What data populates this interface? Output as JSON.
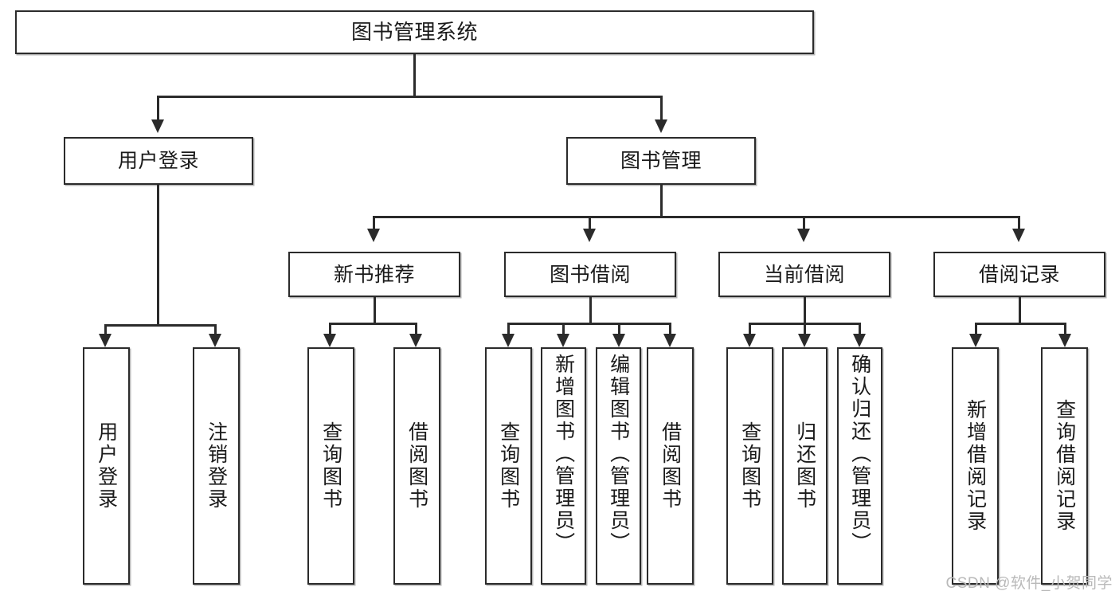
{
  "diagram": {
    "type": "tree-hierarchy",
    "title": "图书管理系统",
    "levels": 4,
    "root": {
      "label": "图书管理系统"
    },
    "level2": [
      {
        "label": "用户登录"
      },
      {
        "label": "图书管理"
      }
    ],
    "level3": [
      {
        "label": "新书推荐"
      },
      {
        "label": "图书借阅"
      },
      {
        "label": "当前借阅"
      },
      {
        "label": "借阅记录"
      }
    ],
    "leaves": {
      "user_login": [
        {
          "label": "用户登录"
        },
        {
          "label": "注销登录"
        }
      ],
      "new_book_recommend": [
        {
          "label": "查询图书"
        },
        {
          "label": "借阅图书"
        }
      ],
      "book_borrow": [
        {
          "label": "查询图书"
        },
        {
          "label": "新增图书（管理员）"
        },
        {
          "label": "编辑图书（管理员）"
        },
        {
          "label": "借阅图书"
        }
      ],
      "current_borrow": [
        {
          "label": "查询图书"
        },
        {
          "label": "归还图书"
        },
        {
          "label": "确认归还（管理员）"
        }
      ],
      "borrow_record": [
        {
          "label": "新增借阅记录"
        },
        {
          "label": "查询借阅记录"
        }
      ]
    }
  },
  "watermark": {
    "text": "CSDN @软件_小贺同学"
  },
  "colors": {
    "stroke": "#2b2b2b",
    "fill": "#ffffff",
    "text": "#1a1a1a",
    "watermark": "#b9b9b9"
  }
}
